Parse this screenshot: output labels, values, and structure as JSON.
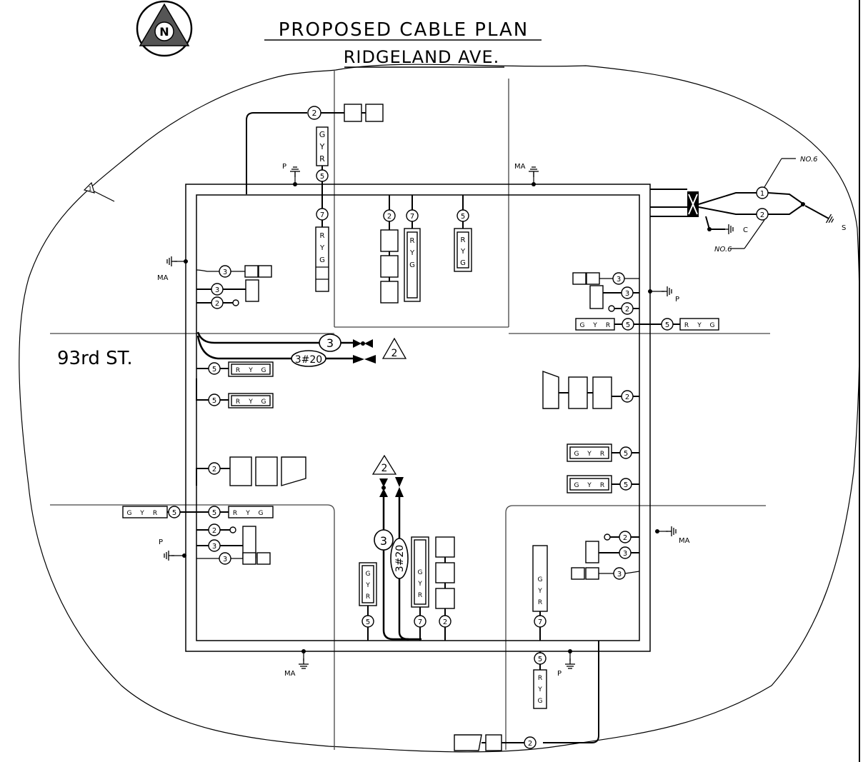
{
  "title": {
    "line1": "PROPOSED CABLE PLAN",
    "line2": "RIDGELAND AVE."
  },
  "north_arrow": {
    "label": "N",
    "icon": "north-arrow-icon"
  },
  "street_label": "93rd ST.",
  "revision_markers": {
    "r1": "1",
    "r2a": "2",
    "r2b": "2"
  },
  "ground_labels": {
    "ma_top": "MA",
    "p_top": "P",
    "ma_left": "MA",
    "p_right": "P",
    "ma_right": "MA",
    "p_left": "P",
    "ma_bottom": "MA",
    "p_bottom": "P",
    "c": "C",
    "s": "S"
  },
  "wire_labels": {
    "no6_top": "NO.6",
    "no6_bottom": "NO.6"
  },
  "cable_counts": {
    "c_top_2": "2",
    "c_n5": "5",
    "c_n7": "7",
    "c_s2": "2",
    "c_s7": "7",
    "c_s5": "5",
    "c_r1": "1",
    "c_r2": "2",
    "c_nw3a": "3",
    "c_nw3b": "3",
    "c_nw2": "2",
    "c_ne3a": "3",
    "c_ne3b": "3",
    "c_ne2": "2",
    "c_ne5a": "5",
    "c_ne5b": "5",
    "c_big3": "3",
    "c_3x20": "3#20",
    "c_w5a": "5",
    "c_w5b": "5",
    "c_e2": "2",
    "c_e5a": "5",
    "c_e5b": "5",
    "c_sw2": "2",
    "c_sw5a": "5",
    "c_sw5b": "5",
    "c_sw2b": "2",
    "c_sw3a": "3",
    "c_sw3b": "3",
    "c_vbig3": "3",
    "c_v3x20": "3#20",
    "c_sb5": "5",
    "c_sb7": "7",
    "c_sb2": "2",
    "c_se7": "7",
    "c_se2": "2",
    "c_se3a": "3",
    "c_se3b": "3",
    "c_bot5": "5",
    "c_bot2": "2"
  },
  "signal_letters": {
    "G": "G",
    "Y": "Y",
    "R": "R"
  }
}
